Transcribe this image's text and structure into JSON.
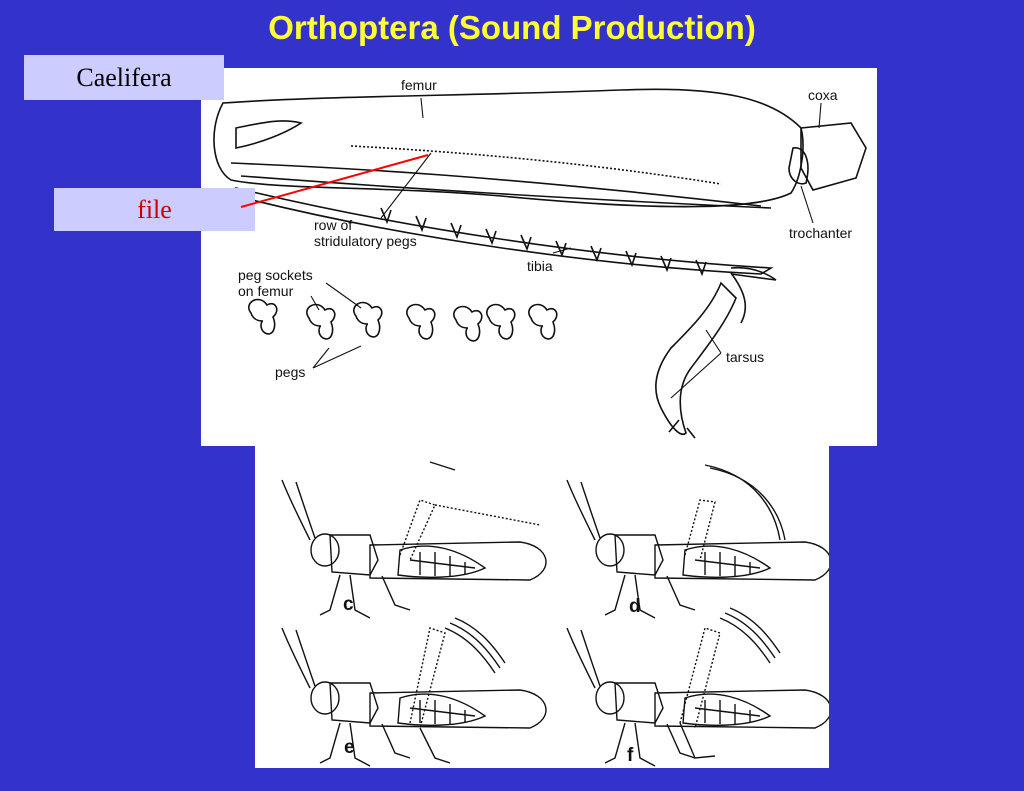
{
  "slide": {
    "title": "Orthoptera (Sound Production)",
    "caelifera_label": "Caelifera",
    "file_label": "file"
  },
  "leg_diagram": {
    "labels": {
      "femur": "femur",
      "coxa": "coxa",
      "trochanter": "trochanter",
      "row_of": "row of",
      "stridulatory_pegs": "stridulatory pegs",
      "tibia": "tibia",
      "peg_sockets": "peg sockets",
      "on_femur": "on femur",
      "pegs": "pegs",
      "tarsus": "tarsus"
    }
  },
  "grasshopper_figures": {
    "labels": [
      "c",
      "d",
      "e",
      "f"
    ]
  },
  "colors": {
    "background": "#3333cc",
    "title": "#ffff33",
    "label_box": "#ccccff",
    "file_text": "#cc0000",
    "pointer_line": "#ff0000"
  }
}
